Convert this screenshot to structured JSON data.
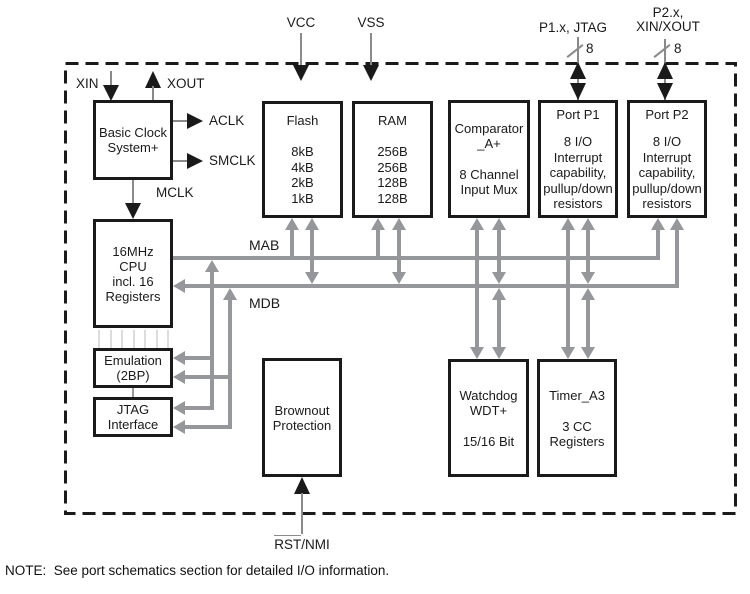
{
  "pins": {
    "vcc": "VCC",
    "vss": "VSS",
    "xin": "XIN",
    "xout": "XOUT",
    "p1_label": "P1.x, JTAG",
    "p1_width": "8",
    "p2_label_line1": "P2.x,",
    "p2_label_line2": "XIN/XOUT",
    "p2_width": "8",
    "rst_label": "RST",
    "nmi_label": "/NMI"
  },
  "clock_signals": {
    "aclk": "ACLK",
    "smclk": "SMCLK",
    "mclk": "MCLK"
  },
  "buses": {
    "address": "MAB",
    "data": "MDB"
  },
  "blocks": {
    "basic_clock": {
      "line1": "Basic Clock",
      "line2": "System+"
    },
    "cpu": {
      "line1": "16MHz",
      "line2": "CPU",
      "line3": "incl. 16",
      "line4": "Registers"
    },
    "emulation": {
      "line1": "Emulation",
      "line2": "(2BP)"
    },
    "jtag": {
      "line1": "JTAG",
      "line2": "Interface"
    },
    "brownout": {
      "line1": "Brownout",
      "line2": "Protection"
    },
    "flash": {
      "title": "Flash",
      "sizes": [
        "8kB",
        "4kB",
        "2kB",
        "1kB"
      ]
    },
    "ram": {
      "title": "RAM",
      "sizes": [
        "256B",
        "256B",
        "128B",
        "128B"
      ]
    },
    "comparator": {
      "line1": "Comparator",
      "line2": "_A+",
      "line3": "8 Channel",
      "line4": "Input Mux"
    },
    "port_p1": {
      "title": "Port P1",
      "line1": "8 I/O",
      "line2": "Interrupt",
      "line3": "capability,",
      "line4": "pullup/down",
      "line5": "resistors"
    },
    "port_p2": {
      "title": "Port P2",
      "line1": "8 I/O",
      "line2": "Interrupt",
      "line3": "capability,",
      "line4": "pullup/down",
      "line5": "resistors"
    },
    "watchdog": {
      "line1": "Watchdog",
      "line2": "WDT+",
      "line3": "15/16 Bit"
    },
    "timer": {
      "line1": "Timer_A3",
      "line2": "3 CC",
      "line3": "Registers"
    }
  },
  "note": "NOTE:  See port schematics section for detailed I/O information.",
  "colors": {
    "bus_gray": "#95979a",
    "line_black": "#1a1a1a"
  }
}
